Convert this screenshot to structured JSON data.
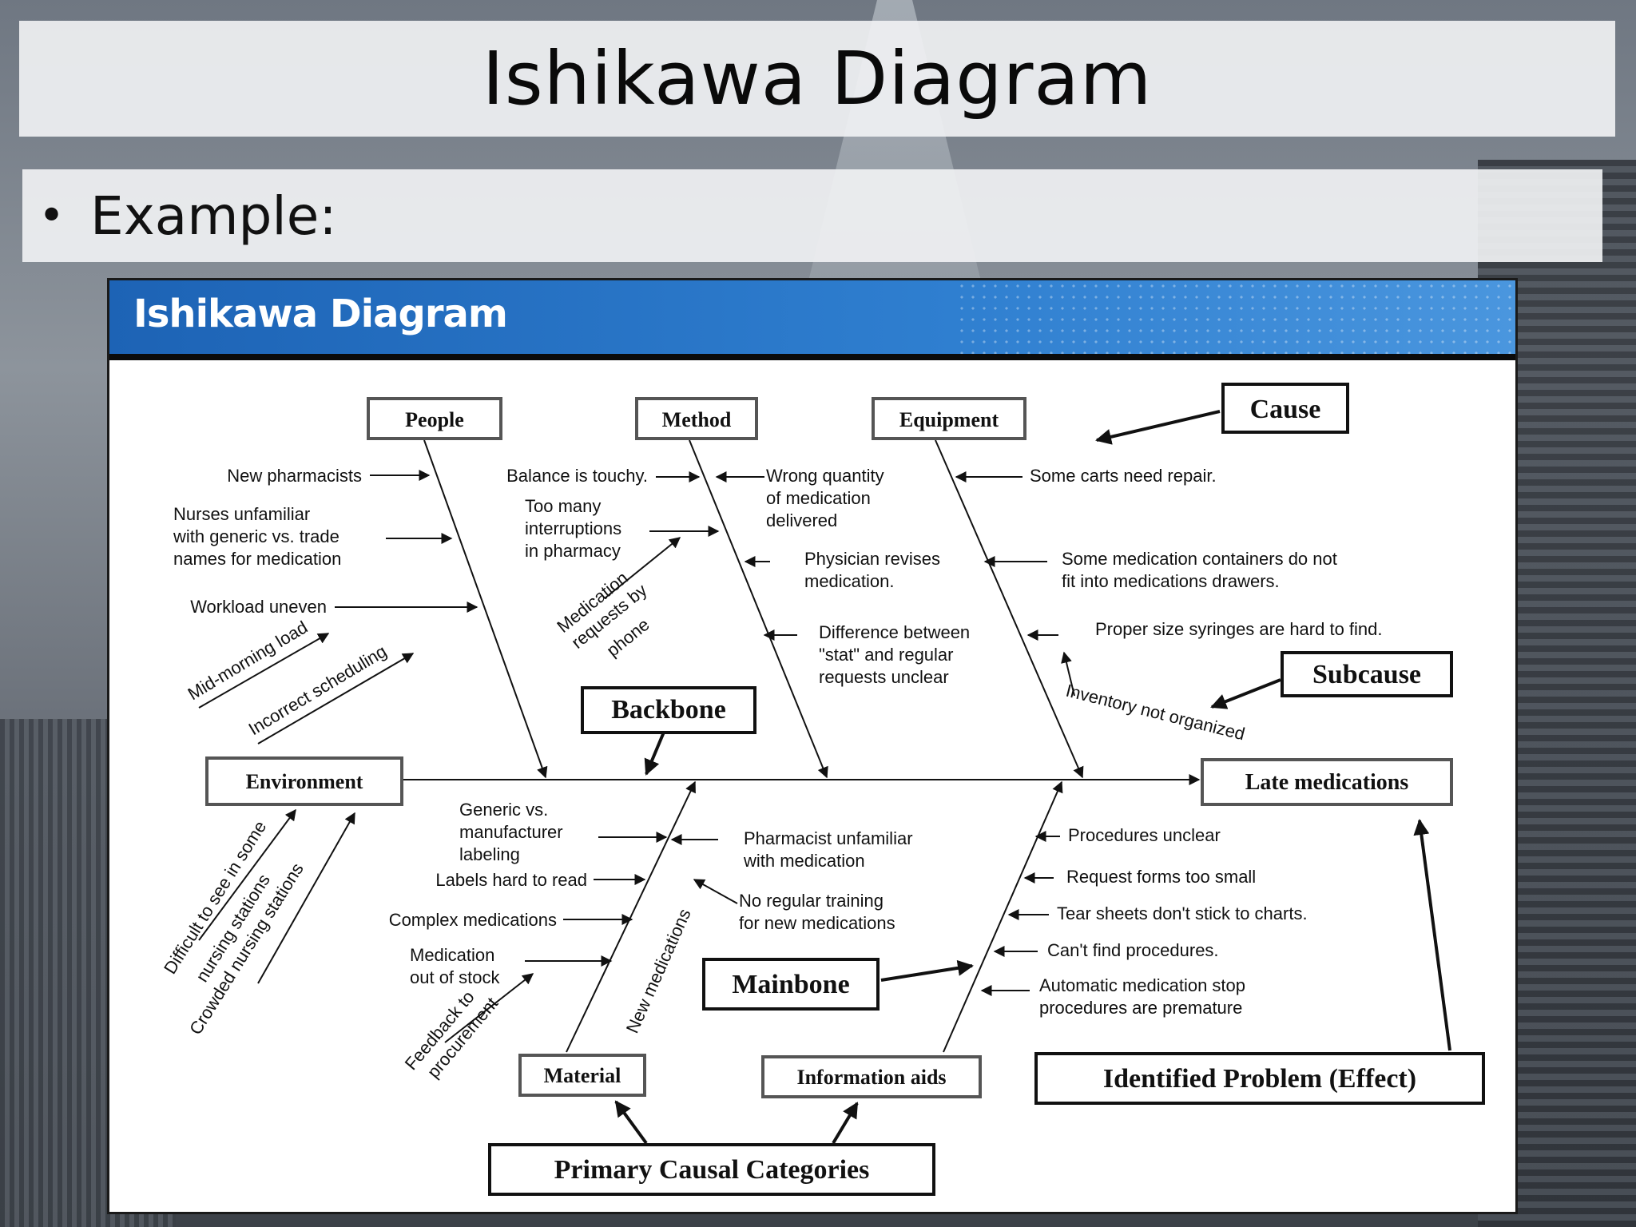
{
  "slide": {
    "title": "Ishikawa Diagram",
    "bullet": "Example:"
  },
  "figure": {
    "header": "Ishikawa Diagram",
    "categories": {
      "people": "People",
      "method": "Method",
      "equipment": "Equipment",
      "environment": "Environment",
      "material": "Material",
      "information_aids": "Information aids"
    },
    "effect": "Late medications",
    "annotations": {
      "cause": "Cause",
      "subcause": "Subcause",
      "backbone": "Backbone",
      "mainbone": "Mainbone",
      "identified_problem": "Identified Problem (Effect)",
      "primary_causal_categories": "Primary Causal Categories"
    },
    "causes": {
      "new_pharmacists": "New pharmacists",
      "nurses_unfamiliar_1": "Nurses unfamiliar",
      "nurses_unfamiliar_2": "with generic vs. trade",
      "nurses_unfamiliar_3": "names for medication",
      "workload_uneven": "Workload uneven",
      "midmorning_load": "Mid-morning load",
      "incorrect_scheduling": "Incorrect scheduling",
      "balance_touchy": "Balance is touchy.",
      "interruptions_1": "Too many",
      "interruptions_2": "interruptions",
      "interruptions_3": "in pharmacy",
      "requests_by_phone_1": "Medication",
      "requests_by_phone_2": "requests by",
      "requests_by_phone_3": "phone",
      "wrong_quantity_1": "Wrong quantity",
      "wrong_quantity_2": "of medication",
      "wrong_quantity_3": "delivered",
      "physician_revises_1": "Physician revises",
      "physician_revises_2": "medication.",
      "stat_difference_1": "Difference between",
      "stat_difference_2": "\"stat\" and regular",
      "stat_difference_3": "requests unclear",
      "carts_repair": "Some carts need repair.",
      "containers_1": "Some medication containers do not",
      "containers_2": "fit into medications drawers.",
      "syringes": "Proper size syringes are hard to find.",
      "inventory": "Inventory not organized",
      "difficult_to_see_1": "Difficult to see in some",
      "difficult_to_see_2": "nursing stations",
      "crowded_stations": "Crowded nursing stations",
      "generic_labeling_1": "Generic vs.",
      "generic_labeling_2": "manufacturer",
      "generic_labeling_3": "labeling",
      "labels_hard": "Labels hard to read",
      "complex_meds": "Complex medications",
      "out_of_stock_1": "Medication",
      "out_of_stock_2": "out of stock",
      "feedback_1": "Feedback to",
      "feedback_2": "procurement",
      "new_medications": "New medications",
      "pharmacist_unfamiliar_1": "Pharmacist unfamiliar",
      "pharmacist_unfamiliar_2": "with medication",
      "no_training_1": "No regular training",
      "no_training_2": "for new medications",
      "procedures_unclear": "Procedures unclear",
      "request_forms": "Request forms too small",
      "tear_sheets": "Tear sheets don't stick to charts.",
      "cant_find": "Can't find procedures.",
      "auto_stop_1": "Automatic medication stop",
      "auto_stop_2": "procedures are premature"
    }
  }
}
